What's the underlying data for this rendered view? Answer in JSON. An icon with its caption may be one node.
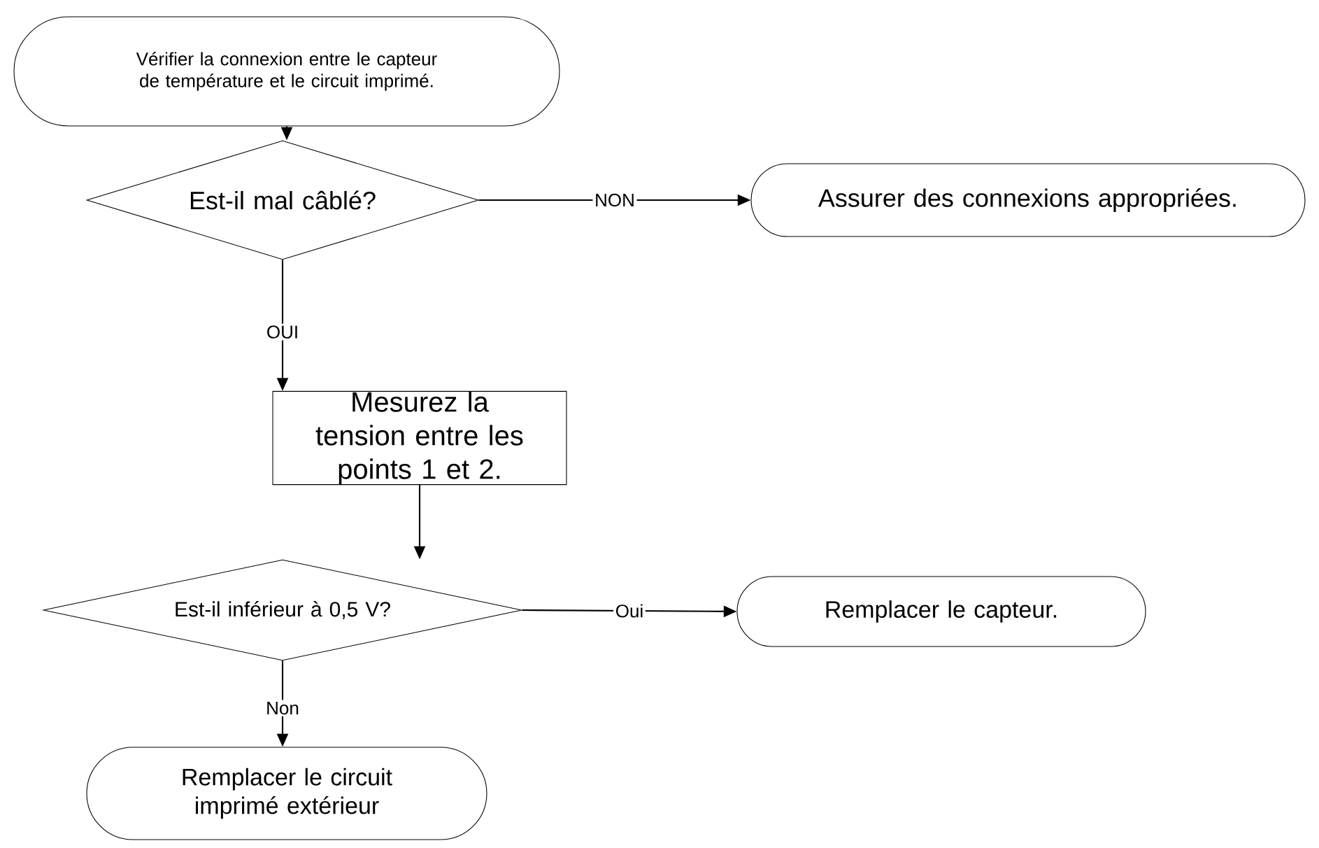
{
  "diagram": {
    "nodes": [
      {
        "text": [
          "Vérifier la connexion entre le capteur de température et le circuit imprimé."
        ]
      },
      {
        "text": [
          "Est-il mal câblé?"
        ]
      },
      {
        "text": [
          "Assurer des connexions appropriées."
        ]
      },
      {
        "text": [
          "Mesurez la tension entre les points 1 et 2."
        ]
      },
      {
        "text": [
          "Est-il inférieur à 0,5 V?"
        ]
      },
      {
        "text": [
          "Remplacer le capteur."
        ]
      },
      {
        "text": [
          "Remplacer le circuit imprimé extérieur"
        ]
      }
    ],
    "edges": [
      {
        "from": 0,
        "to": 1,
        "arrow": "to"
      },
      {
        "from": 1,
        "to": 2,
        "arrow": "to",
        "label": "NON"
      },
      {
        "from": 1,
        "to": 3,
        "arrow": "to",
        "label": "OUI"
      },
      {
        "from": 3,
        "to": 4,
        "arrow": "to"
      },
      {
        "from": 4,
        "to": 5,
        "arrow": "to",
        "label": "Oui"
      },
      {
        "from": 4,
        "to": 6,
        "arrow": "to",
        "label": "Non"
      }
    ]
  }
}
